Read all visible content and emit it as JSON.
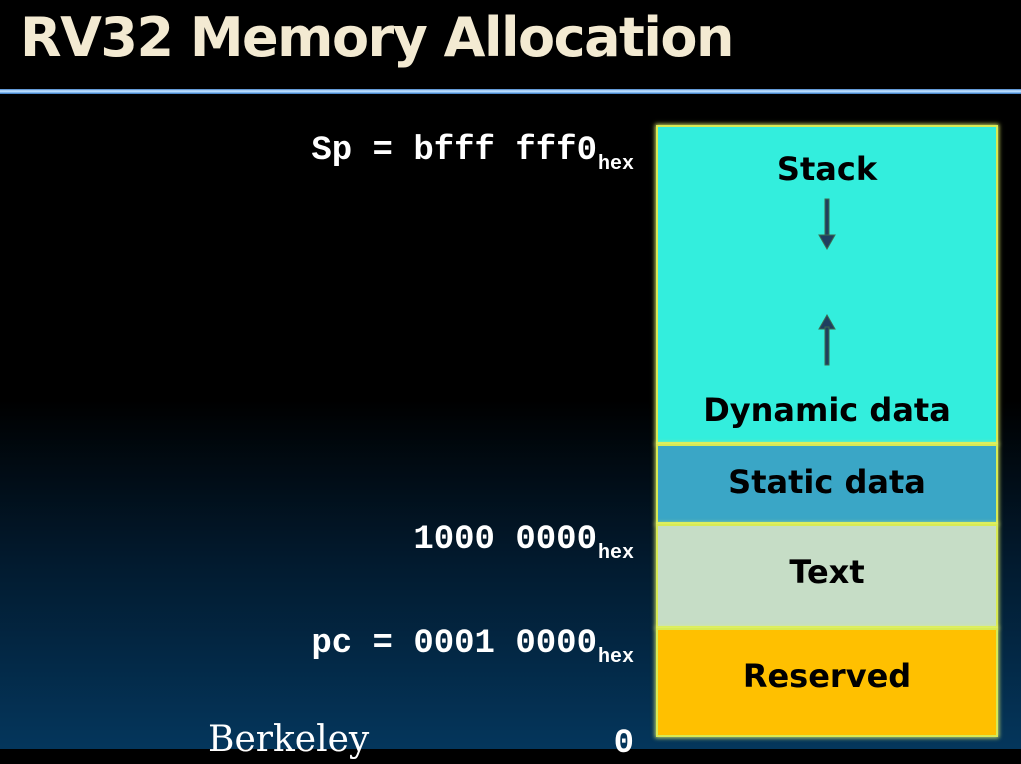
{
  "title": "RV32 Memory Allocation",
  "addresses": {
    "sp_prefix": "Sp = ",
    "sp_value": "bfff fff0",
    "sp_sub": "hex",
    "data_value": "1000 0000",
    "data_sub": "hex",
    "pc_prefix": "pc = ",
    "pc_value": "0001 0000",
    "pc_sub": "hex",
    "zero": "0"
  },
  "segments": {
    "stack": "Stack",
    "dynamic": "Dynamic data",
    "static": "Static data",
    "text": "Text",
    "reserved": "Reserved"
  },
  "logo": "Berkeley",
  "colors": {
    "background": "#000000",
    "title_text": "#f3ead2",
    "stack_fill": "#33eedd",
    "static_fill": "#3aa6c6",
    "text_fill": "#c6ddc6",
    "reserved_fill": "#ffc000",
    "segment_border": "#d8ea54",
    "arrow": "#1f3f5f"
  },
  "icons": {
    "stack_arrow": "arrow-down-icon",
    "heap_arrow": "arrow-up-icon"
  }
}
